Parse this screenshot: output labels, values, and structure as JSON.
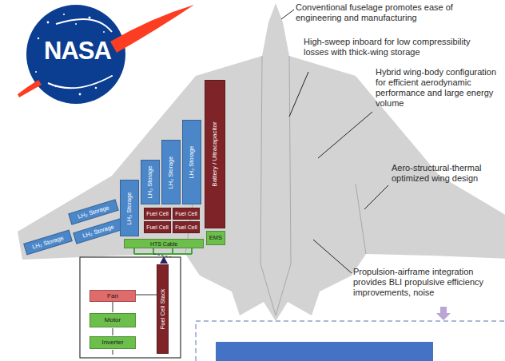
{
  "diagram": {
    "nodes": [
      {
        "text": [
          "LH₂ Storage"
        ]
      },
      {
        "text": [
          "LH₂ Storage"
        ]
      },
      {
        "text": [
          "LH₂ Storage"
        ]
      },
      {
        "text": [
          "LH₂ Storage"
        ]
      },
      {
        "text": [
          "LH₂ Storage"
        ]
      },
      {
        "text": [
          "LH₂ Storage"
        ]
      },
      {
        "text": [
          "LH₂ Storage"
        ]
      },
      {
        "text": [
          "Battery / Ultracapacitor"
        ]
      },
      {
        "text": [
          "Fuel Cell"
        ]
      },
      {
        "text": [
          "Fuel Cell"
        ]
      },
      {
        "text": [
          "Fuel Cell"
        ]
      },
      {
        "text": [
          "Fuel Cell"
        ]
      },
      {
        "text": [
          "HTS Cable"
        ]
      },
      {
        "text": [
          "EMS"
        ]
      },
      {
        "text": [
          "Fan"
        ]
      },
      {
        "text": [
          "Fuel Cell Stack"
        ]
      },
      {
        "text": [
          "Motor"
        ]
      },
      {
        "text": [
          "Inverter"
        ]
      }
    ],
    "labels": [
      "NASA",
      "Conventional fuselage promotes ease of engineering and manufacturing",
      "High-sweep inboard for low compressibility losses with thick-wing storage",
      "Hybrid wing-body configuration for efficient aerodynamic performance and large energy volume",
      "Aero-structural-thermal optimized wing design",
      "Propulsion-airframe integration provides BLI propulsive efficiency improvements, noise"
    ]
  }
}
